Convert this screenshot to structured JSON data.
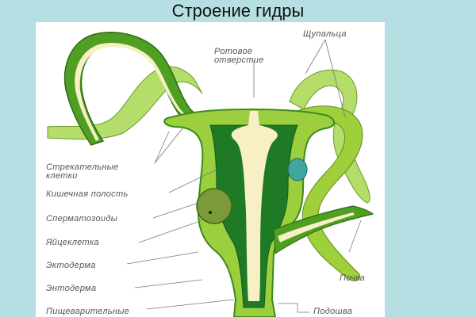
{
  "slide": {
    "title": "Строение гидры",
    "background_color": "#b6dfe4",
    "panel_color": "#ffffff"
  },
  "diagram": {
    "subject": "hydra anatomy cross-section",
    "labels": {
      "mouth_opening_1": "Ротовое",
      "mouth_opening_2": "отверстие",
      "tentacles": "Щупальца",
      "stinging_cells_1": "Стрекательные",
      "stinging_cells_2": "клетки",
      "gastric_cavity": "Кишечная полость",
      "sperm": "Сперматозоиды",
      "egg_cell": "Яйцеклетка",
      "ectoderm": "Эктодерма",
      "endoderm": "Энтодерма",
      "digestive": "Пищеварительные",
      "bud": "Почка",
      "sole": "Подошва"
    },
    "colors": {
      "ectoderm": "#9ccf3e",
      "ectoderm_dark": "#3d8a1c",
      "endoderm": "#1f7a26",
      "cavity": "#f6f0c4",
      "tentacle": "#b5dd6a",
      "egg": "#7b9a3a",
      "sperm_testis": "#3fa7a0",
      "leader_line": "#777777"
    }
  }
}
